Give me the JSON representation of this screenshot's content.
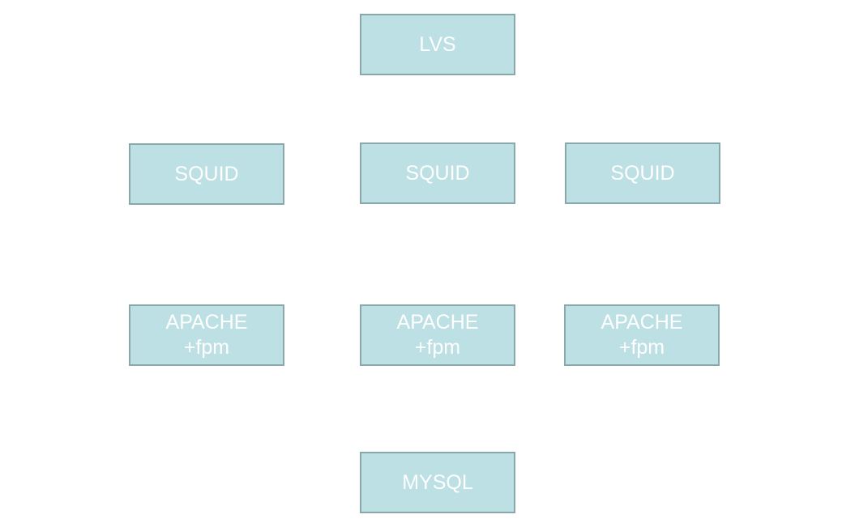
{
  "diagram": {
    "nodes": [
      {
        "id": "lvs",
        "lines": [
          "LVS"
        ]
      },
      {
        "id": "squid-1",
        "lines": [
          "SQUID"
        ]
      },
      {
        "id": "squid-2",
        "lines": [
          "SQUID"
        ]
      },
      {
        "id": "squid-3",
        "lines": [
          "SQUID"
        ]
      },
      {
        "id": "apache-1",
        "lines": [
          "APACHE",
          "+fpm"
        ]
      },
      {
        "id": "apache-2",
        "lines": [
          "APACHE",
          "+fpm"
        ]
      },
      {
        "id": "apache-3",
        "lines": [
          "APACHE",
          "+fpm"
        ]
      },
      {
        "id": "mysql",
        "lines": [
          "MYSQL"
        ]
      }
    ]
  },
  "colors": {
    "node_fill": "#bce0e3",
    "node_border": "#8aa7aa",
    "node_text": "#ffffff",
    "background": "#ffffff"
  }
}
